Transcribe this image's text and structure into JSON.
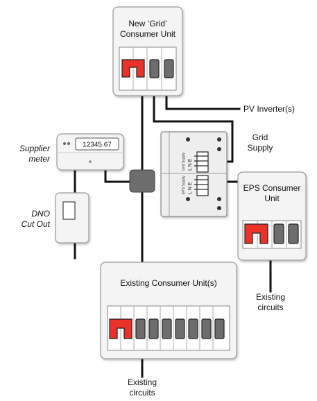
{
  "grid_unit": {
    "label_line1": "New ‘Grid’",
    "label_line2": "Consumer Unit"
  },
  "pv_inverter": {
    "label": "PV Inverter(s)"
  },
  "grid_supply": {
    "label_line1": "Grid",
    "label_line2": "Supply"
  },
  "supplier_meter": {
    "label_line1": "Supplier",
    "label_line2": "meter",
    "reading": "12345.67"
  },
  "dno": {
    "label_line1": "DNO",
    "label_line2": "Cut Out"
  },
  "eps_unit": {
    "label_line1": "EPS Consumer",
    "label_line2": "Unit"
  },
  "eps_circuits": {
    "label_line1": "Existing",
    "label_line2": "circuits"
  },
  "existing_unit": {
    "label": "Existing Consumer Unit(s)"
  },
  "existing_circuits": {
    "label_line1": "Existing",
    "label_line2": "circuits"
  },
  "switch_box": {
    "upper_terminals": "L N E",
    "lower_terminals": "L N E",
    "upper_caption": "Grid Supply",
    "lower_caption": "EPS Supply"
  },
  "colors": {
    "breaker_red": "#e8322a",
    "breaker_grey": "#6d6d6d",
    "wire": "#111111",
    "panel_fill": "#f4f4f4",
    "panel_stroke": "#9a9a9a"
  }
}
